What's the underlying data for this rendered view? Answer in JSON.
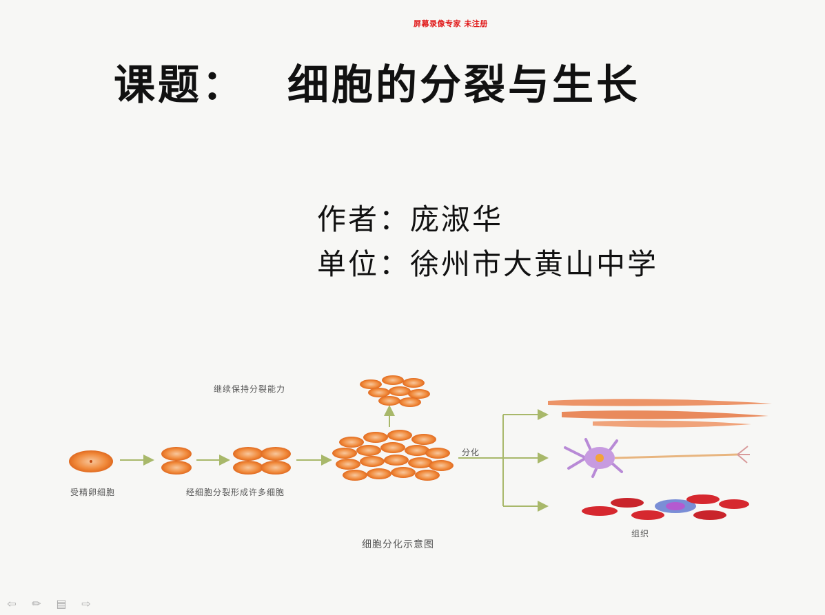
{
  "watermark": "屏幕录像专家 未注册",
  "title": {
    "label": "课题：",
    "text": "细胞的分裂与生长"
  },
  "author_line": "作者：庞淑华",
  "unit_line": "单位：徐州市大黄山中学",
  "diagram": {
    "label_retain": "继续保持分裂能力",
    "label_fertilized": "受精卵细胞",
    "label_divide": "经细胞分裂形成许多细胞",
    "label_differentiate": "分化",
    "label_tissue": "组织",
    "caption": "细胞分化示意图"
  },
  "colors": {
    "cell_fill": "#f0893a",
    "cell_light": "#f8c79c",
    "arrow": "#a8b86a",
    "muscle": "#e98a5c",
    "neuron": "#b88ad6",
    "blood": "#d6282f"
  },
  "toolbar": {
    "prev_icon": "arrow-left-icon",
    "pen_icon": "pen-icon",
    "menu_icon": "menu-icon",
    "next_icon": "arrow-right-icon"
  }
}
